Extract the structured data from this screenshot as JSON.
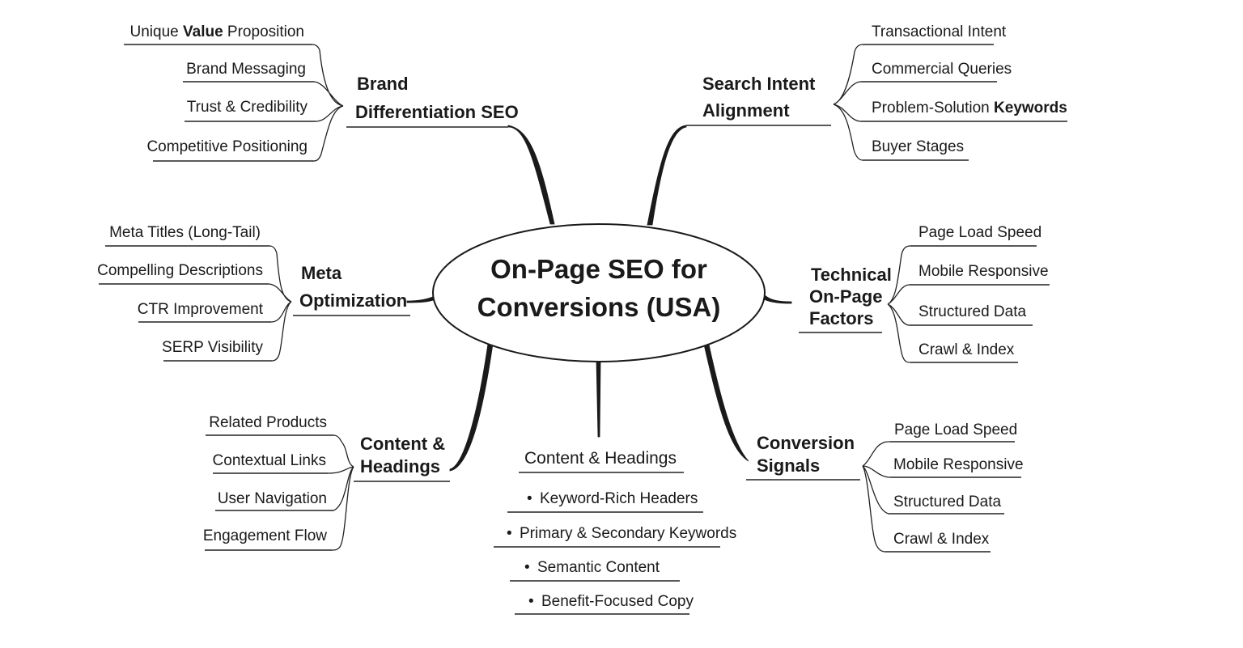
{
  "center": {
    "line1": "On-Page SEO for",
    "line2": "Conversions (USA)"
  },
  "branches": {
    "brand": {
      "title_line1": "Brand",
      "title_line2": "Differentiation SEO",
      "items": [
        {
          "pre": "Unique ",
          "bold": "Value",
          "post": " Proposition"
        },
        {
          "pre": "Brand Messaging",
          "bold": "",
          "post": ""
        },
        {
          "pre": "Trust & Credibility",
          "bold": "",
          "post": ""
        },
        {
          "pre": "Competitive Positioning",
          "bold": "",
          "post": ""
        }
      ]
    },
    "search": {
      "title_line1": "Search Intent",
      "title_line2": "Alignment",
      "items": [
        {
          "pre": "Transactional Intent",
          "bold": "",
          "post": ""
        },
        {
          "pre": "Commercial Queries",
          "bold": "",
          "post": ""
        },
        {
          "pre": "Problem-Solution ",
          "bold": "Keywords",
          "post": ""
        },
        {
          "pre": "Buyer Stages",
          "bold": "",
          "post": ""
        }
      ]
    },
    "meta": {
      "title_line1": "Meta",
      "title_line2": "Optimization",
      "items": [
        {
          "pre": "Meta Titles (Long-Tail)",
          "bold": "",
          "post": ""
        },
        {
          "pre": "Compelling Descriptions",
          "bold": "",
          "post": ""
        },
        {
          "pre": "CTR Improvement",
          "bold": "",
          "post": ""
        },
        {
          "pre": "SERP Visibility",
          "bold": "",
          "post": ""
        }
      ]
    },
    "technical": {
      "title_line1": "Technical",
      "title_line2": "On-Page",
      "title_line3": "Factors",
      "items": [
        {
          "pre": "Page Load Speed",
          "bold": "",
          "post": ""
        },
        {
          "pre": "Mobile Responsive",
          "bold": "",
          "post": ""
        },
        {
          "pre": "Structured Data",
          "bold": "",
          "post": ""
        },
        {
          "pre": "Crawl & Index",
          "bold": "",
          "post": ""
        }
      ]
    },
    "content_left": {
      "title_line1": "Content &",
      "title_line2": "Headings",
      "items": [
        {
          "pre": "Related Products",
          "bold": "",
          "post": ""
        },
        {
          "pre": "Contextual Links",
          "bold": "",
          "post": ""
        },
        {
          "pre": "User Navigation",
          "bold": "",
          "post": ""
        },
        {
          "pre": "Engagement Flow",
          "bold": "",
          "post": ""
        }
      ]
    },
    "content_bottom": {
      "title": "Content & Headings",
      "bullet": "•",
      "items": [
        {
          "pre": "Keyword-Rich Headers",
          "bold": "",
          "post": ""
        },
        {
          "pre": "Primary & Secondary Keywords",
          "bold": "",
          "post": ""
        },
        {
          "pre": "Semantic Content",
          "bold": "",
          "post": ""
        },
        {
          "pre": "Benefit-Focused Copy",
          "bold": "",
          "post": ""
        }
      ]
    },
    "conversion": {
      "title_line1": "Conversion",
      "title_line2": "Signals",
      "items": [
        {
          "pre": "Page Load Speed",
          "bold": "",
          "post": ""
        },
        {
          "pre": "Mobile Responsive",
          "bold": "",
          "post": ""
        },
        {
          "pre": "Structured Data",
          "bold": "",
          "post": ""
        },
        {
          "pre": "Crawl & Index",
          "bold": "",
          "post": ""
        }
      ]
    }
  }
}
